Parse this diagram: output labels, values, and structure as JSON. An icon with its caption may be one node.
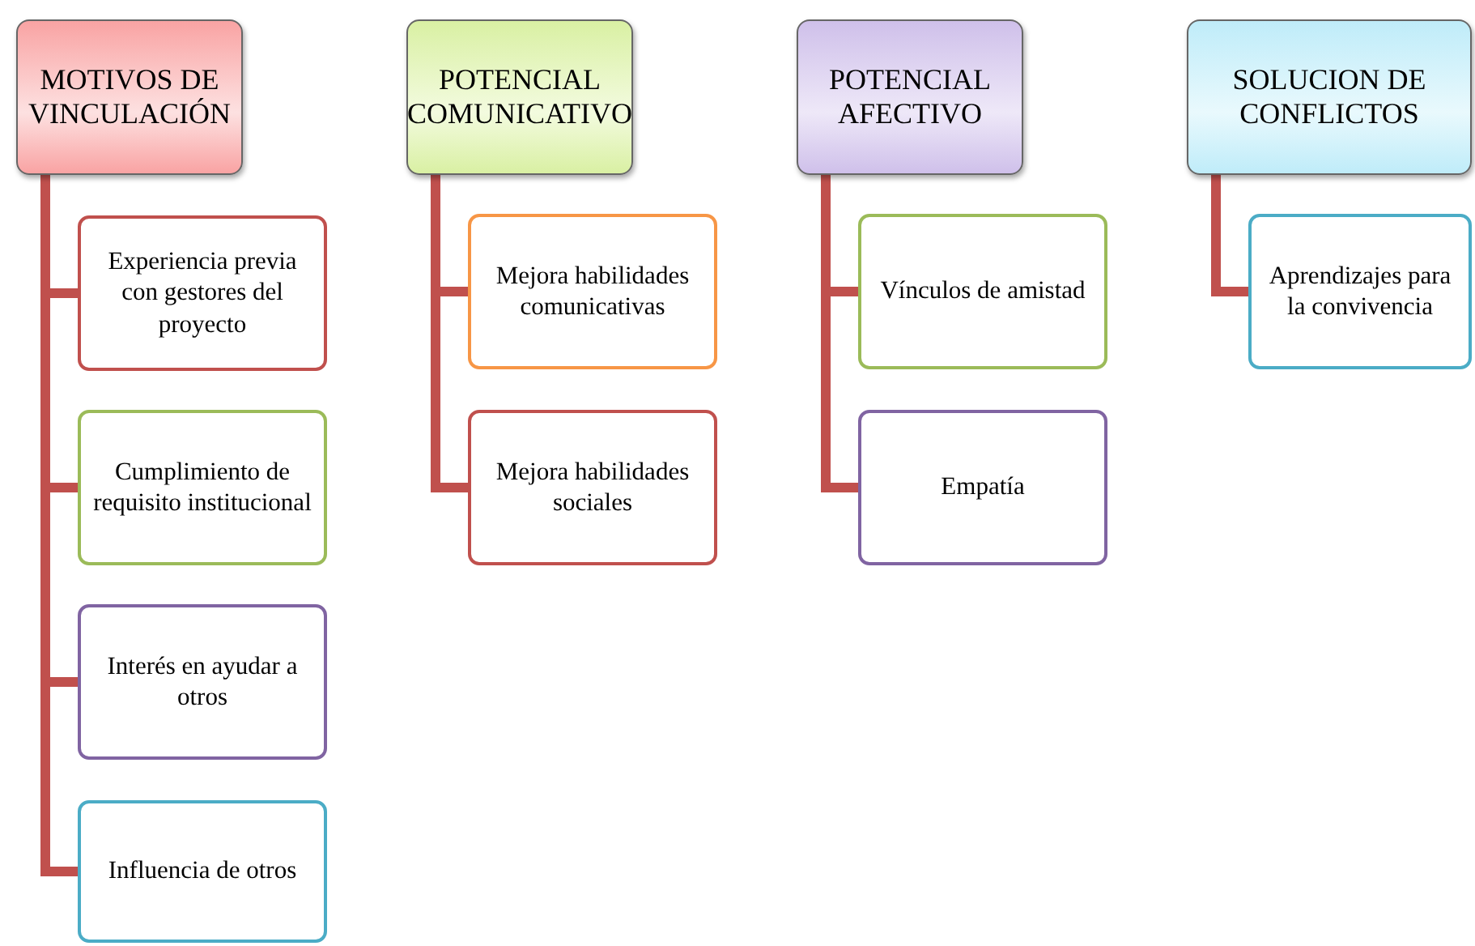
{
  "diagram": {
    "nodes": [
      {
        "text": [
          "MOTIVOS DE VINCULACIÓN"
        ]
      },
      {
        "text": [
          "Experiencia previa con gestores del proyecto"
        ]
      },
      {
        "text": [
          "Cumplimiento de requisito institucional"
        ]
      },
      {
        "text": [
          "Interés en ayudar a otros"
        ]
      },
      {
        "text": [
          "Influencia de otros"
        ]
      },
      {
        "text": [
          "POTENCIAL COMUNICATIVO"
        ]
      },
      {
        "text": [
          "Mejora habilidades comunicativas"
        ]
      },
      {
        "text": [
          "Mejora habilidades sociales"
        ]
      },
      {
        "text": [
          "POTENCIAL AFECTIVO"
        ]
      },
      {
        "text": [
          "Vínculos de amistad"
        ]
      },
      {
        "text": [
          "Empatía"
        ]
      },
      {
        "text": [
          "SOLUCION DE CONFLICTOS"
        ]
      },
      {
        "text": [
          "Aprendizajes para la convivencia"
        ]
      }
    ],
    "edges": [
      {
        "from": 0,
        "to": 1,
        "arrow": "none"
      },
      {
        "from": 0,
        "to": 2,
        "arrow": "none"
      },
      {
        "from": 0,
        "to": 3,
        "arrow": "none"
      },
      {
        "from": 0,
        "to": 4,
        "arrow": "none"
      },
      {
        "from": 5,
        "to": 6,
        "arrow": "none"
      },
      {
        "from": 5,
        "to": 7,
        "arrow": "none"
      },
      {
        "from": 8,
        "to": 9,
        "arrow": "none"
      },
      {
        "from": 8,
        "to": 10,
        "arrow": "none"
      },
      {
        "from": 11,
        "to": 12,
        "arrow": "none"
      }
    ]
  }
}
